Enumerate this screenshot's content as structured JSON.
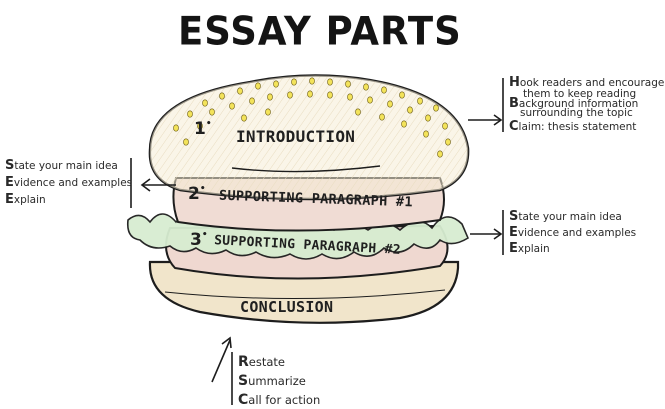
{
  "title": "ESSAY PARTS",
  "layers": [
    {
      "number": "1",
      "label": "INTRODUCTION"
    },
    {
      "number": "2",
      "label": "SUPPORTING PARAGRAPH #1"
    },
    {
      "number": "3",
      "label": "SUPPORTING PARAGRAPH #2"
    },
    {
      "label": "CONCLUSION"
    }
  ],
  "notes": {
    "introduction": [
      {
        "initial": "H",
        "rest": "ook readers and encourage"
      },
      {
        "initial": "",
        "rest": "them to keep reading"
      },
      {
        "initial": "B",
        "rest": "ackground information"
      },
      {
        "initial": "",
        "rest": "surrounding the topic"
      },
      {
        "initial": "C",
        "rest": "laim: thesis statement"
      }
    ],
    "paragraph1": [
      {
        "initial": "S",
        "rest": "tate your main idea"
      },
      {
        "initial": "E",
        "rest": "vidence and examples"
      },
      {
        "initial": "E",
        "rest": "xplain"
      }
    ],
    "paragraph2": [
      {
        "initial": "S",
        "rest": "tate your main idea"
      },
      {
        "initial": "E",
        "rest": "vidence and examples"
      },
      {
        "initial": "E",
        "rest": "xplain"
      }
    ],
    "conclusion": [
      {
        "initial": "R",
        "rest": "estate"
      },
      {
        "initial": "S",
        "rest": "ummarize"
      },
      {
        "initial": "C",
        "rest": "all for action"
      }
    ]
  },
  "colors": {
    "bun": "#f3e6c8",
    "meat": "#efd8d0",
    "lettuce": "#d4ecce",
    "seeds": "#f3e35a",
    "ink": "#1d1d1d"
  }
}
